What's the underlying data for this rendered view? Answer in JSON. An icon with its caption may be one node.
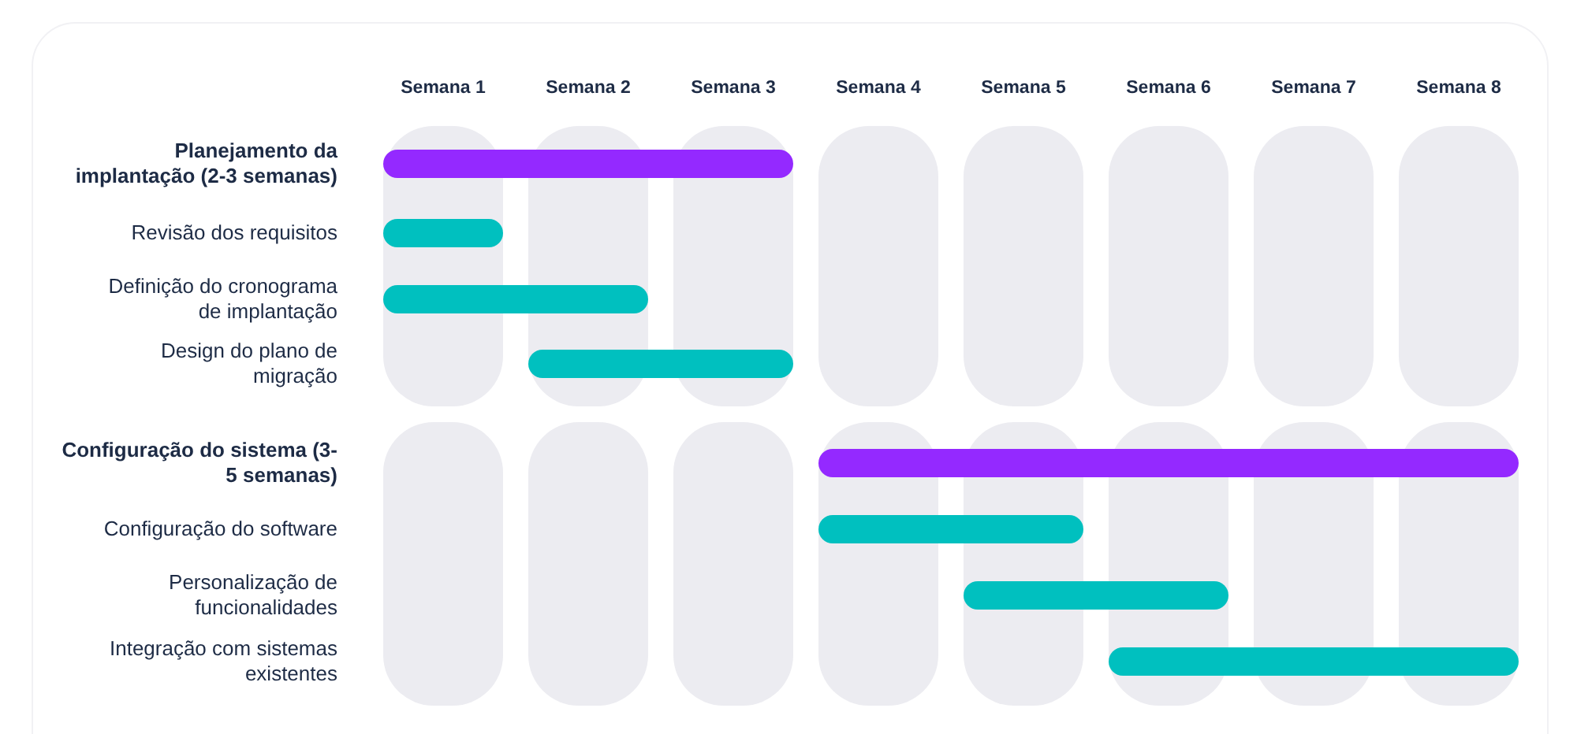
{
  "diagram": {
    "labels": [
      "Semana 1",
      "Semana 2",
      "Semana 3",
      "Semana 4",
      "Semana 5",
      "Semana 6",
      "Semana 7",
      "Semana 8",
      "Planejamento da implantação (2-3 semanas)",
      "Revisão dos requisitos",
      "Definição do cronograma de implantação",
      "Design do plano de migração",
      "Configuração do sistema (3-5 semanas)",
      "Configuração do software",
      "Personalização de funcionalidades",
      "Integração com sistemas existentes"
    ]
  }
}
